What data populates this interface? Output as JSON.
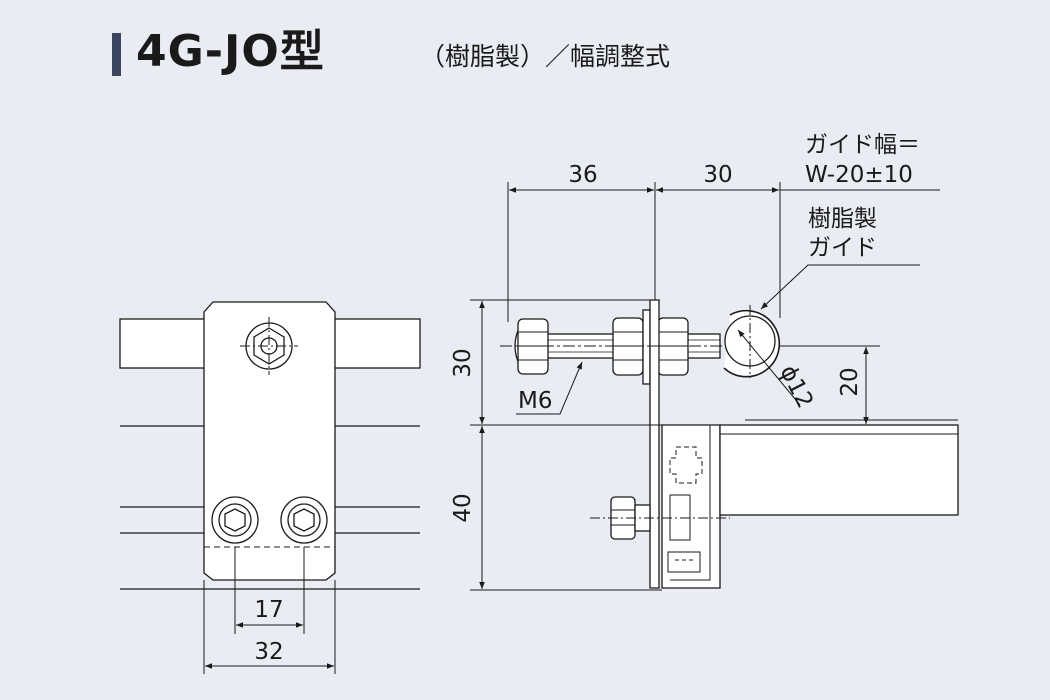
{
  "title": {
    "model": "4G-JO型",
    "subtitle": "（樹脂製）／幅調整式",
    "accent_color": "#3a4660"
  },
  "dimensions": {
    "d36": "36",
    "d30_top": "30",
    "guide_width_line1": "ガイド幅＝",
    "guide_width_line2": "W-20±10",
    "resin_guide_line1": "樹脂製",
    "resin_guide_line2": "ガイド",
    "d30_side": "30",
    "d40": "40",
    "d20": "20",
    "m6": "M6",
    "phi12": "ϕ12",
    "d17": "17",
    "d32": "32"
  },
  "colors": {
    "background": "#e9ecf2",
    "part_fill": "#ffffff",
    "line": "#1a1a1a"
  }
}
